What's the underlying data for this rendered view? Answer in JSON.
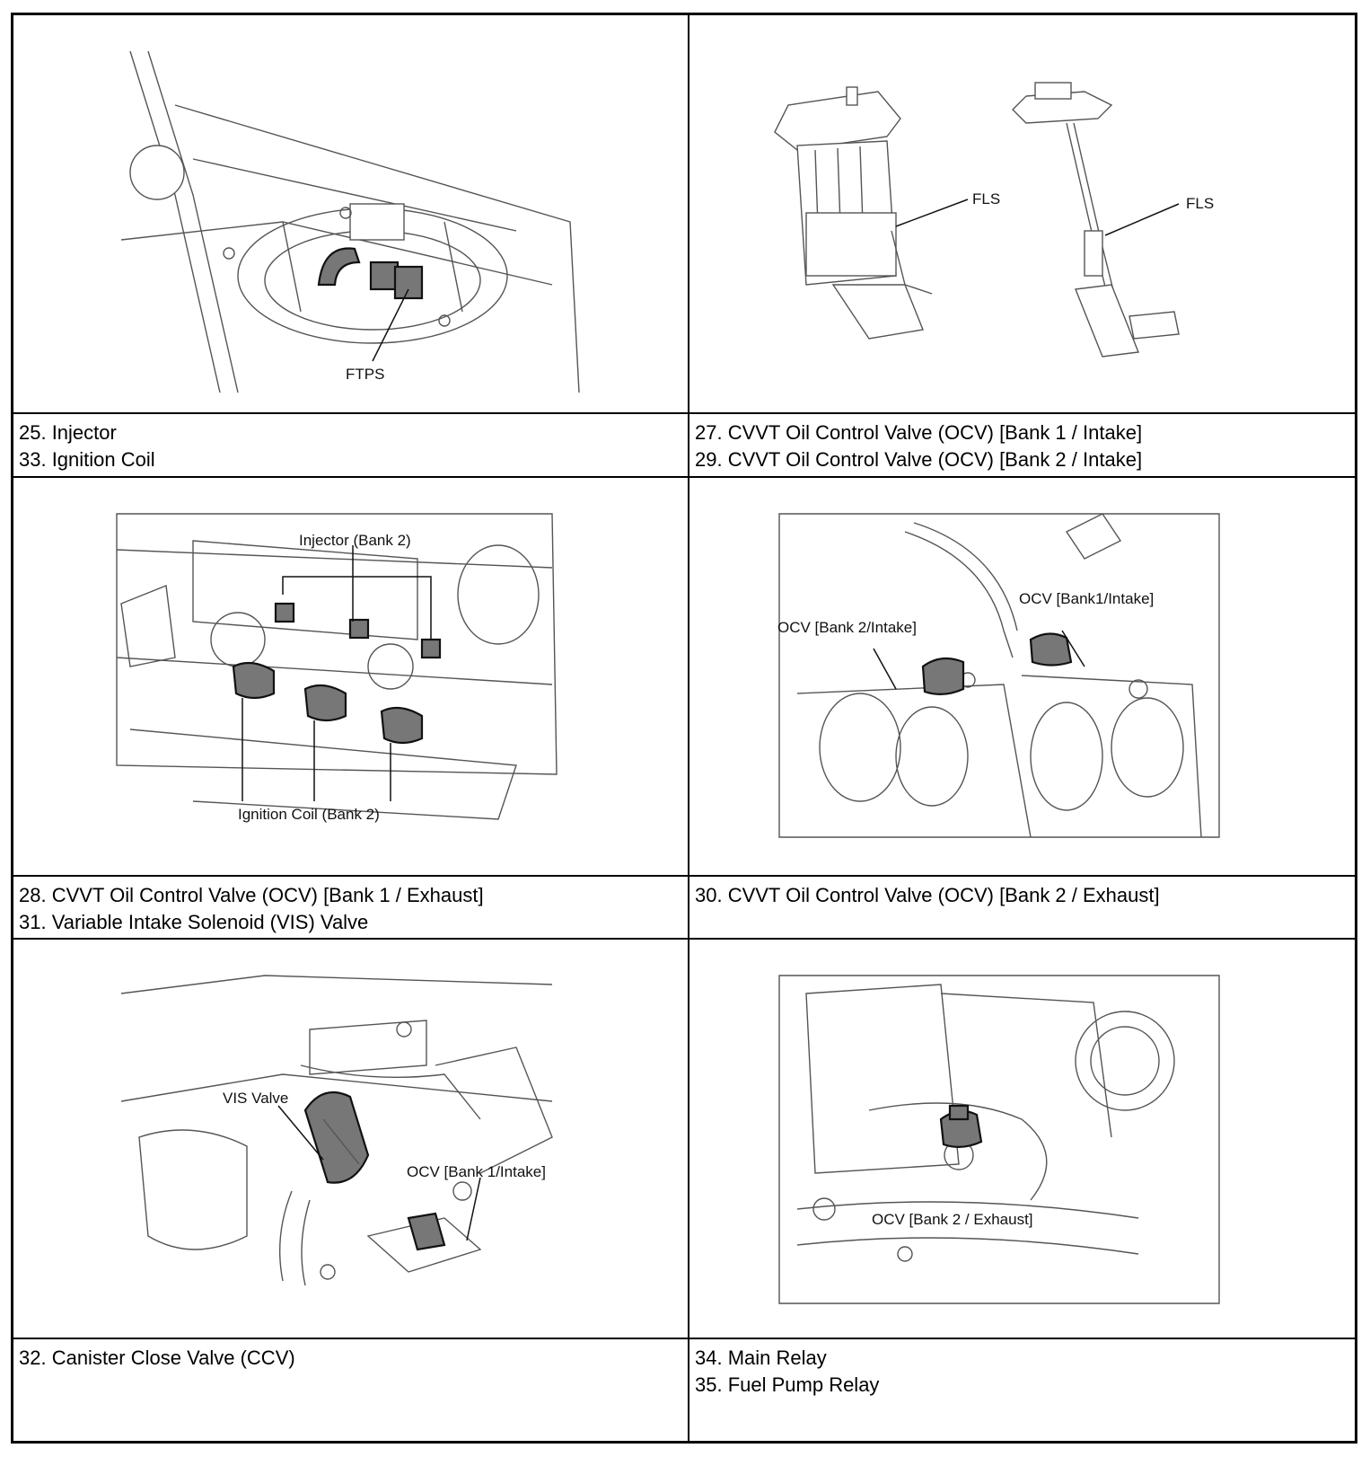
{
  "panels": [
    {
      "captions": [
        "25. Injector",
        "33. Ignition Coil"
      ],
      "labels": [
        "FTPS"
      ]
    },
    {
      "captions": [
        "27. CVVT Oil Control Valve (OCV) [Bank 1 / Intake]",
        "29. CVVT Oil Control Valve (OCV) [Bank 2 / Intake]"
      ],
      "labels": [
        "FLS",
        "FLS"
      ]
    },
    {
      "captions": [
        "28. CVVT Oil Control Valve (OCV) [Bank 1 / Exhaust]",
        "31. Variable Intake Solenoid (VIS) Valve"
      ],
      "labels": [
        "Injector (Bank 2)",
        "Ignition Coil (Bank 2)"
      ]
    },
    {
      "captions": [
        "30. CVVT Oil Control Valve (OCV) [Bank 2 / Exhaust]"
      ],
      "labels": [
        "OCV [Bank1/Intake]",
        "OCV [Bank 2/Intake]"
      ]
    },
    {
      "captions": [
        "32. Canister Close Valve (CCV)"
      ],
      "labels": [
        "VIS Valve",
        "OCV [Bank 1/Intake]"
      ]
    },
    {
      "captions": [
        "34. Main Relay",
        "35. Fuel Pump Relay"
      ],
      "labels": [
        "OCV [Bank 2 / Exhaust]"
      ]
    }
  ]
}
